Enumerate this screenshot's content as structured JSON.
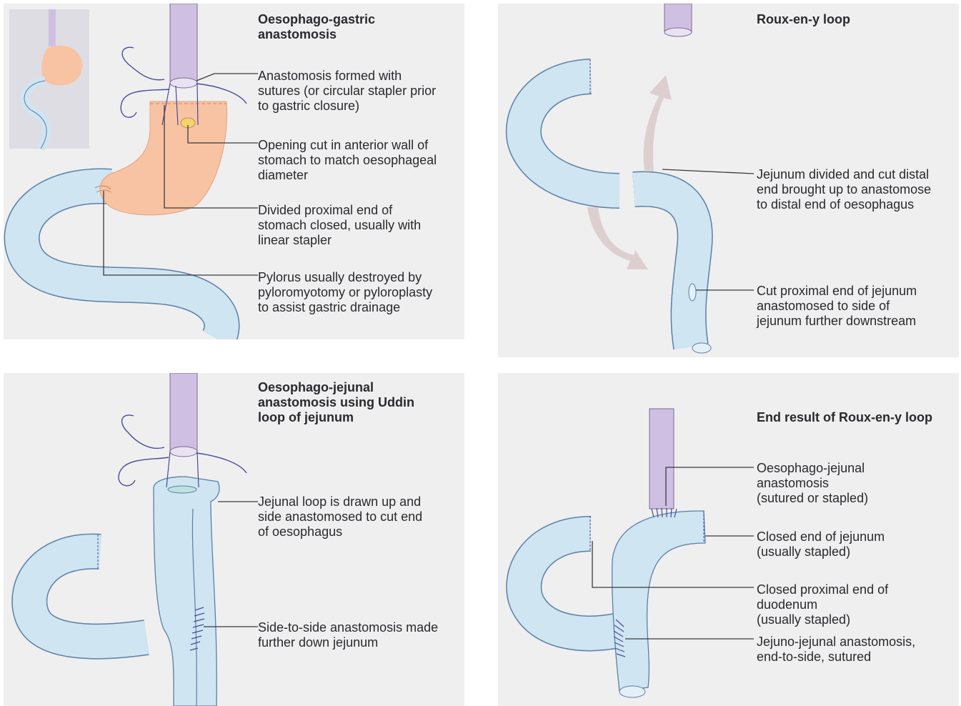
{
  "colors": {
    "panel_bg": "#efeff0",
    "oesophagus": "#cfc0e3",
    "stomach": "#f8c3a2",
    "jejunum": "#cfe5f1",
    "outline": "#5b7fa8",
    "arrow": "#ddcfd0",
    "suture": "#4a4a9a"
  },
  "panels": {
    "top_left": {
      "title": "Oesophago-gastric\nanastomosis",
      "labels": [
        "Anastomosis formed with\nsutures (or circular stapler prior\nto gastric closure)",
        "Opening cut in anterior wall of\nstomach to match oesophageal\ndiameter",
        "Divided proximal end of\nstomach closed, usually with\nlinear stapler",
        "Pylorus usually destroyed by\npyloromyotomy or pyloroplasty\nto assist gastric drainage"
      ]
    },
    "top_right": {
      "title": "Roux-en-y loop",
      "labels": [
        "Jejunum divided and cut distal\nend brought up to anastomose\nto distal end of oesophagus",
        "Cut proximal end of jejunum\nanastomosed to side of\njejunum further downstream"
      ]
    },
    "bottom_left": {
      "title": "Oesophago-jejunal\nanastomosis using Uddin\nloop of jejunum",
      "labels": [
        "Jejunal loop is drawn up and\nside anastomosed to cut end\nof oesophagus",
        "Side-to-side anastomosis made\nfurther down jejunum"
      ]
    },
    "bottom_right": {
      "title": "End result of Roux-en-y loop",
      "labels": [
        "Oesophago-jejunal\nanastomosis\n(sutured or stapled)",
        "Closed end of jejunum\n(usually stapled)",
        "Closed proximal end of\nduodenum\n(usually stapled)",
        "Jejuno-jejunal anastomosis,\nend-to-side, sutured"
      ]
    }
  }
}
